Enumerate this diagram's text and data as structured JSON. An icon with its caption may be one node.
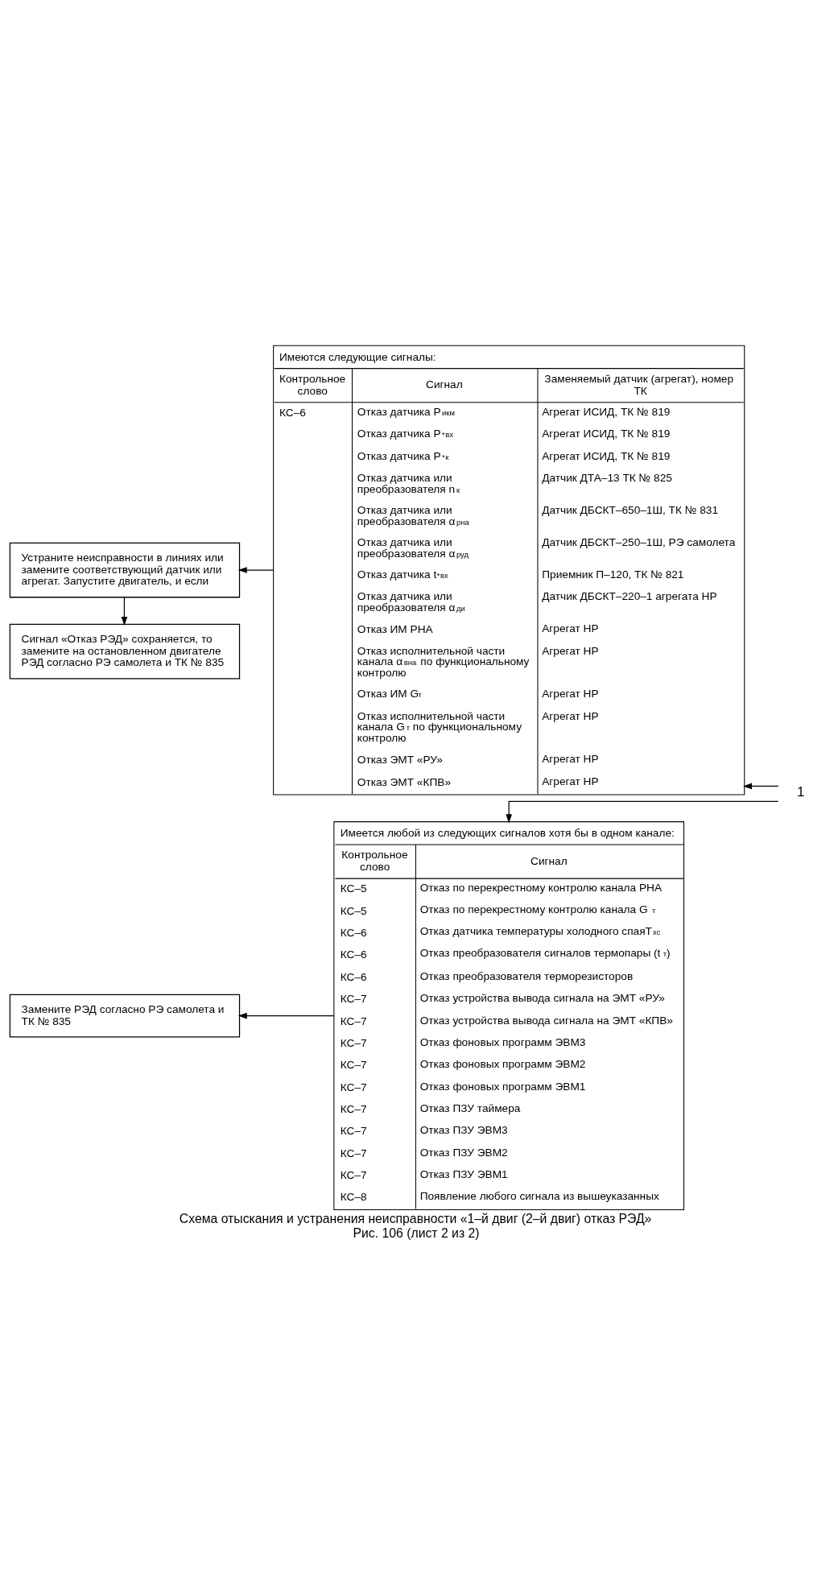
{
  "diagram": {
    "title": "Схема отыскания и устранения неисправности «1–й двиг (2–й двиг) отказ РЭД»",
    "caption": "Рис. 106 (лист 2 из 2)",
    "nodes": [
      {
        "text": [
          "1"
        ]
      },
      {
        "text": [
          "Имеются следующие сигналы:",
          "Контрольное слово",
          "Сигнал",
          "Заменяемый датчик (агрегат), номер ТК",
          "КС–6",
          "Отказ датчика P$_{икм}$",
          "Агрегат ИСИД, ТК № 819",
          "Отказ датчика P$^{*}$$_{вх}$",
          "Агрегат ИСИД, ТК № 819",
          "Отказ датчика P$^{*}$$_{к}$",
          "Агрегат ИСИД, ТК № 819",
          "Отказ датчика или преобразователя n$_{к}$",
          "Датчик ДТА–13 ТК № 825",
          "Отказ датчика или преобразователя α$_{рна}$",
          "Датчик ДБСКТ–650–1Ш, ТК № 831",
          "Отказ датчика или преобразователя α$_{руд}$",
          "Датчик ДБСКТ–250–1Ш, РЭ самолета",
          "Отказ датчика t$^{*}$$_{вх}$",
          "Приемник П–120, ТК № 821",
          "Отказ датчика или преобразователя α$_{ди}$",
          "Датчик ДБСКТ–220–1 агрегата НР",
          "Отказ ИМ РНА",
          "Агрегат НР",
          "Отказ исполнительной части канала α$_{вна}$ по функциональному контролю",
          "Агрегат НР",
          "Отказ ИМ G$_{т}$",
          "Агрегат НР",
          "Отказ исполнительной части канала G$_{т}$ по функциональному контролю",
          "Агрегат НР",
          "Отказ ЭМТ «РУ»",
          "Агрегат НР",
          "Отказ ЭМТ «КПВ»",
          "Агрегат НР"
        ]
      },
      {
        "text": [
          "Имеется любой из следующих сигналов хотя бы в одном канале:",
          "Контрольное слово",
          "Сигнал",
          "КС–5",
          "Отказ по перекрестному контролю канала РНА",
          "КС–5",
          "Отказ по перекрестному контролю канала G$_{т}$",
          "КС–6",
          "Отказ датчика температуры холодного спаяТ$_{хс}$",
          "КС–6",
          "Отказ преобразователя сигналов термопары (t$_{т}$)",
          "КС–6",
          "Отказ преобразователя терморезисторов",
          "КС–7",
          "Отказ устройства вывода сигнала на ЭМТ «РУ»",
          "КС–7",
          "Отказ устройства вывода сигнала на ЭМТ «КПВ»",
          "КС–7",
          "Отказ фоновых программ ЭВМ3",
          "КС–7",
          "Отказ фоновых программ ЭВМ2",
          "КС–7",
          "Отказ фоновых программ ЭВМ1",
          "КС–7",
          "Отказ ПЗУ таймера",
          "КС–7",
          "Отказ ПЗУ ЭВМ3",
          "КС–7",
          "Отказ ПЗУ ЭВМ2",
          "КС–7",
          "Отказ ПЗУ ЭВМ1",
          "КС–8",
          "Появление любого сигнала из вышеуказанных"
        ]
      },
      {
        "text": [
          "Устраните неисправности в линиях или замените соответствующий датчик или агрегат. Запустите двигатель, и если"
        ]
      },
      {
        "text": [
          "Сигнал «Отказ РЭД» сохраняется, то замените на остановленном двигателе РЭД согласно РЭ самолета и ТК № 835"
        ]
      },
      {
        "text": [
          "Замените РЭД согласно РЭ самолета и ТК № 835"
        ]
      }
    ],
    "edges": [
      {
        "from": 0,
        "to": 1,
        "arrow": "to"
      },
      {
        "from": 0,
        "to": 2,
        "arrow": "to"
      },
      {
        "from": 1,
        "to": 3,
        "arrow": "to"
      },
      {
        "from": 3,
        "to": 4,
        "arrow": "to"
      },
      {
        "from": 2,
        "to": 5,
        "arrow": "to"
      }
    ]
  }
}
